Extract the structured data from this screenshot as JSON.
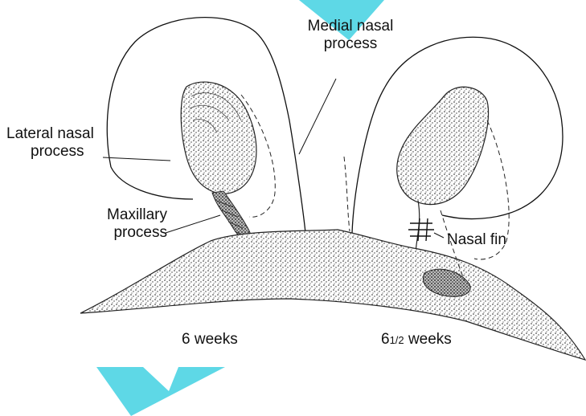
{
  "labels": {
    "medial_nasal_line1": "Medial nasal",
    "medial_nasal_line2": "process",
    "lateral_nasal_line1": "Lateral nasal",
    "lateral_nasal_line2": "process",
    "maxillary_line1": "Maxillary",
    "maxillary_line2": "process",
    "nasal_fin": "Nasal fin",
    "age_left": "6 weeks",
    "age_right_main": "6",
    "age_right_fraction": "1/2",
    "age_right_unit": "weeks"
  },
  "colors": {
    "watermark": "#5ed8e6",
    "ink": "#111111"
  }
}
